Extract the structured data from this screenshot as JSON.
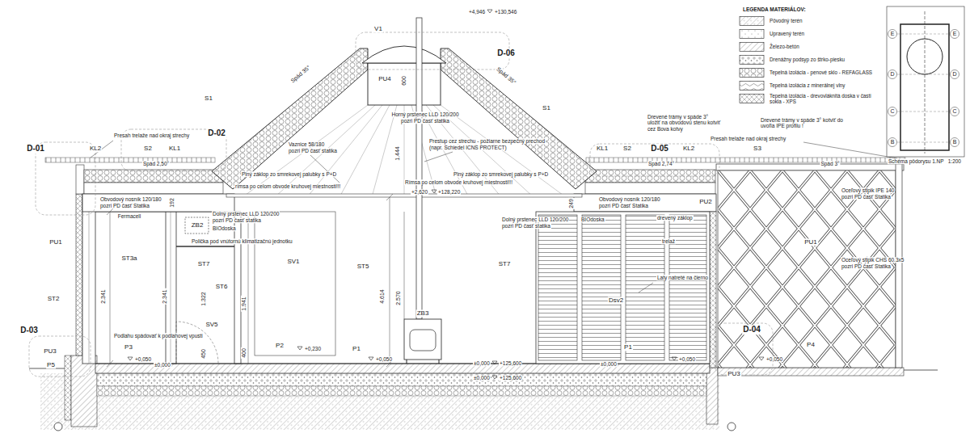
{
  "diagram": {
    "labels": [
      "V1",
      "+4,946",
      "+130,546",
      "D-06",
      "PU4",
      "600",
      "Spád 35°",
      "Spád 35°",
      "S1",
      "S1",
      "Horný prstenec LLD 120/200",
      "pozri PD časť statika",
      "Presah trelaže nad okraj strechy",
      "Presah trelaže nad okraj strechy",
      "D-02",
      "D-01",
      "KL2",
      "S2",
      "KL1",
      "Vaznice 58/180",
      "pozri PD časť statika",
      "1.444",
      "Prestup cez strechu - požiarne bezpečný prechod",
      "(napr. Schiedel ICNS PROTECT)",
      "Drevené trámy v spáde 3° uložiť na obvodovú stenu kotviť cez Bova kotvy",
      "KL1",
      "S2",
      "D-05",
      "KL2",
      "Drevené trámy v spáde 3° kotviť do uvoľia IPE profilu !",
      "S3",
      "Spád 2,50°",
      "Spád 2,74°",
      "Spád 3°",
      "Plný záklop zo smrekovej palubky s P+D",
      "Plný záklop zo smrekovej palubky s P+D",
      "rímsa po celom obvode kruhovej miestnosti!!!",
      "Rímsa po celom obvode kruhovej miestnosti!!!",
      "+2,620",
      "+128,220",
      "Obvodový nosník 120/180",
      "pozri PD časť Statika",
      "192",
      "Obvodový nosník 120/180",
      "pozri PD časť Statika",
      "249",
      "PU2",
      "Oceľový stĺpik IPE 140",
      "pozri PD časť Statika",
      "drevený záklop",
      "trelaž",
      "Oceľový stĺpik CHS 60.3x5",
      "pozri PD časť Statika",
      "Laty natreté na čierno",
      "PU1",
      "PU1",
      "Fermacell",
      "ZB2",
      "BIOdoska",
      "Dolný prstenec LLD 120/200",
      "pozri PD časť statika",
      "Polička pod vnútornú klimatizačnú jednotku",
      "ST3a",
      "ST7",
      "SV1",
      "ST5",
      "4.614",
      "2.570",
      "Dolný prstenec LLD 120/200",
      "pozri PD časť statika",
      "BIOdoska",
      "ST7",
      "ST2",
      "2.341",
      "2.341",
      "ST6",
      "1.322",
      "1.941",
      "Dsv2",
      "D-04",
      "D-03",
      "SV5",
      "Podlahu spádovať k podlahovej vpusti",
      "ZB3",
      "400",
      "450",
      "P3",
      "PU3",
      "+0,050",
      "±0,000",
      "P2",
      "+0,230",
      "P1",
      "+0,050",
      "±0,000",
      "+125,600",
      "P1",
      "+0,050",
      "±0,000",
      "P4",
      "+0,050",
      "P5",
      "PU3",
      "±0,000",
      "+125,600",
      "LEGENDA MATERIÁLOV:",
      "Schéma pôdorysu 1.NP",
      "1:200",
      "E",
      "E",
      "D",
      "D",
      "C",
      "C",
      "B",
      "B"
    ],
    "legend": [
      {
        "text": "Pôvodný terén"
      },
      {
        "text": "Upravený terén"
      },
      {
        "text": "Železo-betón"
      },
      {
        "text": "Drenážny podsyp zo štrko-piesku"
      },
      {
        "text": "Tepelná izolácia - penové sklo - REFAGLASS"
      },
      {
        "text": "Tepelná izolácia z minerálnej vlny"
      },
      {
        "text": "Tepelná izolácia - drevovláknitá doska v časti sokla - XPS"
      }
    ]
  }
}
